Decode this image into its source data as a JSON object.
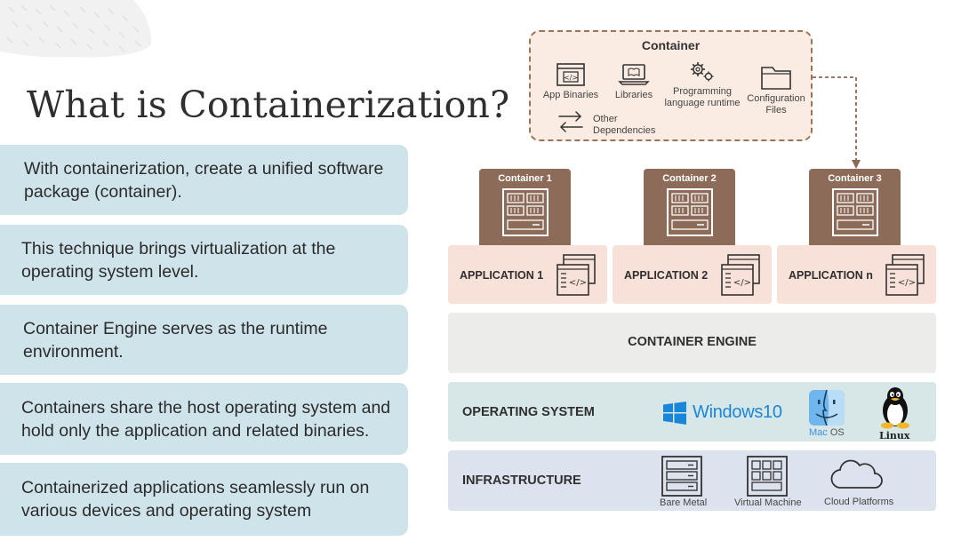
{
  "slide": {
    "title": "What is Containerization?",
    "bullets": [
      "With containerization, create a unified software package (container).",
      "This technique brings virtualization at the operating system level.",
      "Container Engine serves as the runtime environment.",
      "Containers share the host operating system and hold only the application and related binaries.",
      "Containerized applications seamlessly run on various devices and operating system"
    ]
  },
  "diagram": {
    "package": {
      "title": "Container",
      "items": [
        {
          "label": "App Binaries",
          "icon": "code-window-icon"
        },
        {
          "label": "Libraries",
          "icon": "laptop-icon"
        },
        {
          "label": "Programming language runtime",
          "icon": "gears-icon"
        },
        {
          "label": "Configuration Files",
          "icon": "folder-icon"
        },
        {
          "label": "Other Dependencies",
          "icon": "exchange-arrows-icon"
        }
      ]
    },
    "containers": [
      "Container 1",
      "Container 2",
      "Container 3"
    ],
    "applications": [
      "APPLICATION 1",
      "APPLICATION 2",
      "APPLICATION n"
    ],
    "engine": "CONTAINER ENGINE",
    "os": {
      "label": "OPERATING SYSTEM",
      "windows": "Windows10",
      "mac_prefix": "Mac",
      "mac_suffix": "OS",
      "linux": "Linux"
    },
    "infrastructure": {
      "label": "INFRASTRUCTURE",
      "items": [
        "Bare Metal",
        "Virtual Machine",
        "Cloud Platforms"
      ]
    },
    "colors": {
      "container_brown": "#8c6c58",
      "application_pink": "#f7e1d8",
      "bullet_blue": "#cfe3ea",
      "windows_blue": "#1a86d8"
    }
  }
}
